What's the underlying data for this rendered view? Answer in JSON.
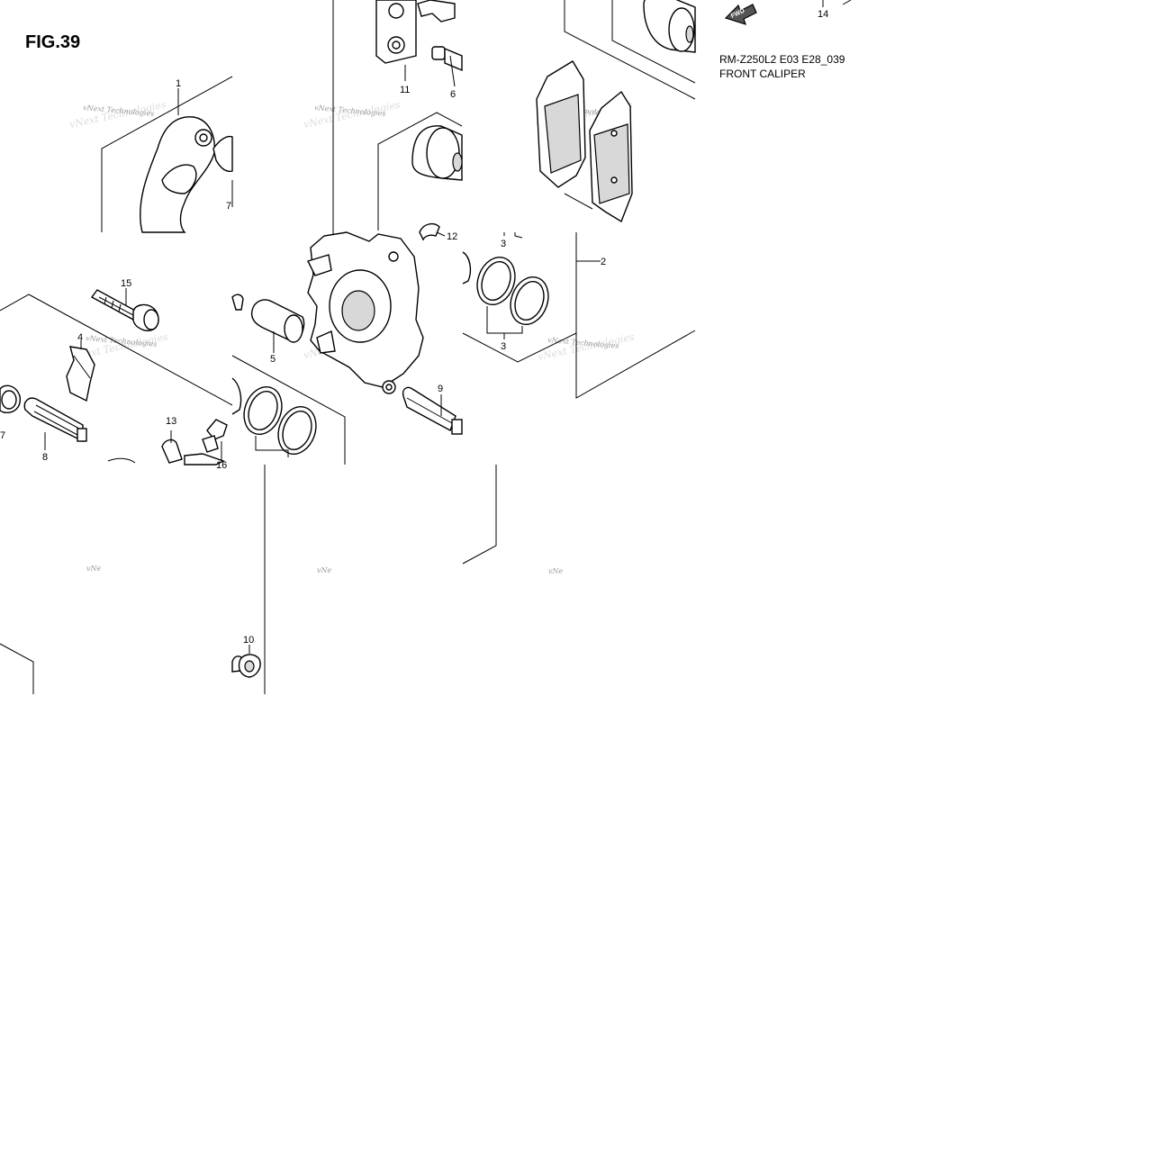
{
  "figure": {
    "label": "FIG.39",
    "model_code": "RM-Z250L2 E03 E28_039",
    "name": "FRONT CALIPER"
  },
  "forward_marker": "FWD",
  "watermark": "vNext Technologies",
  "watermark_short": "vNe",
  "callouts": {
    "c1": "1",
    "c2": "2",
    "c3a": "3",
    "c3b": "3",
    "c4": "4",
    "c5": "5",
    "c6": "6",
    "c7": "7",
    "c8": "8",
    "c9": "9",
    "c10": "10",
    "c11": "11",
    "c12": "12",
    "c13": "13",
    "c14": "14",
    "c15": "15",
    "c16": "16"
  }
}
